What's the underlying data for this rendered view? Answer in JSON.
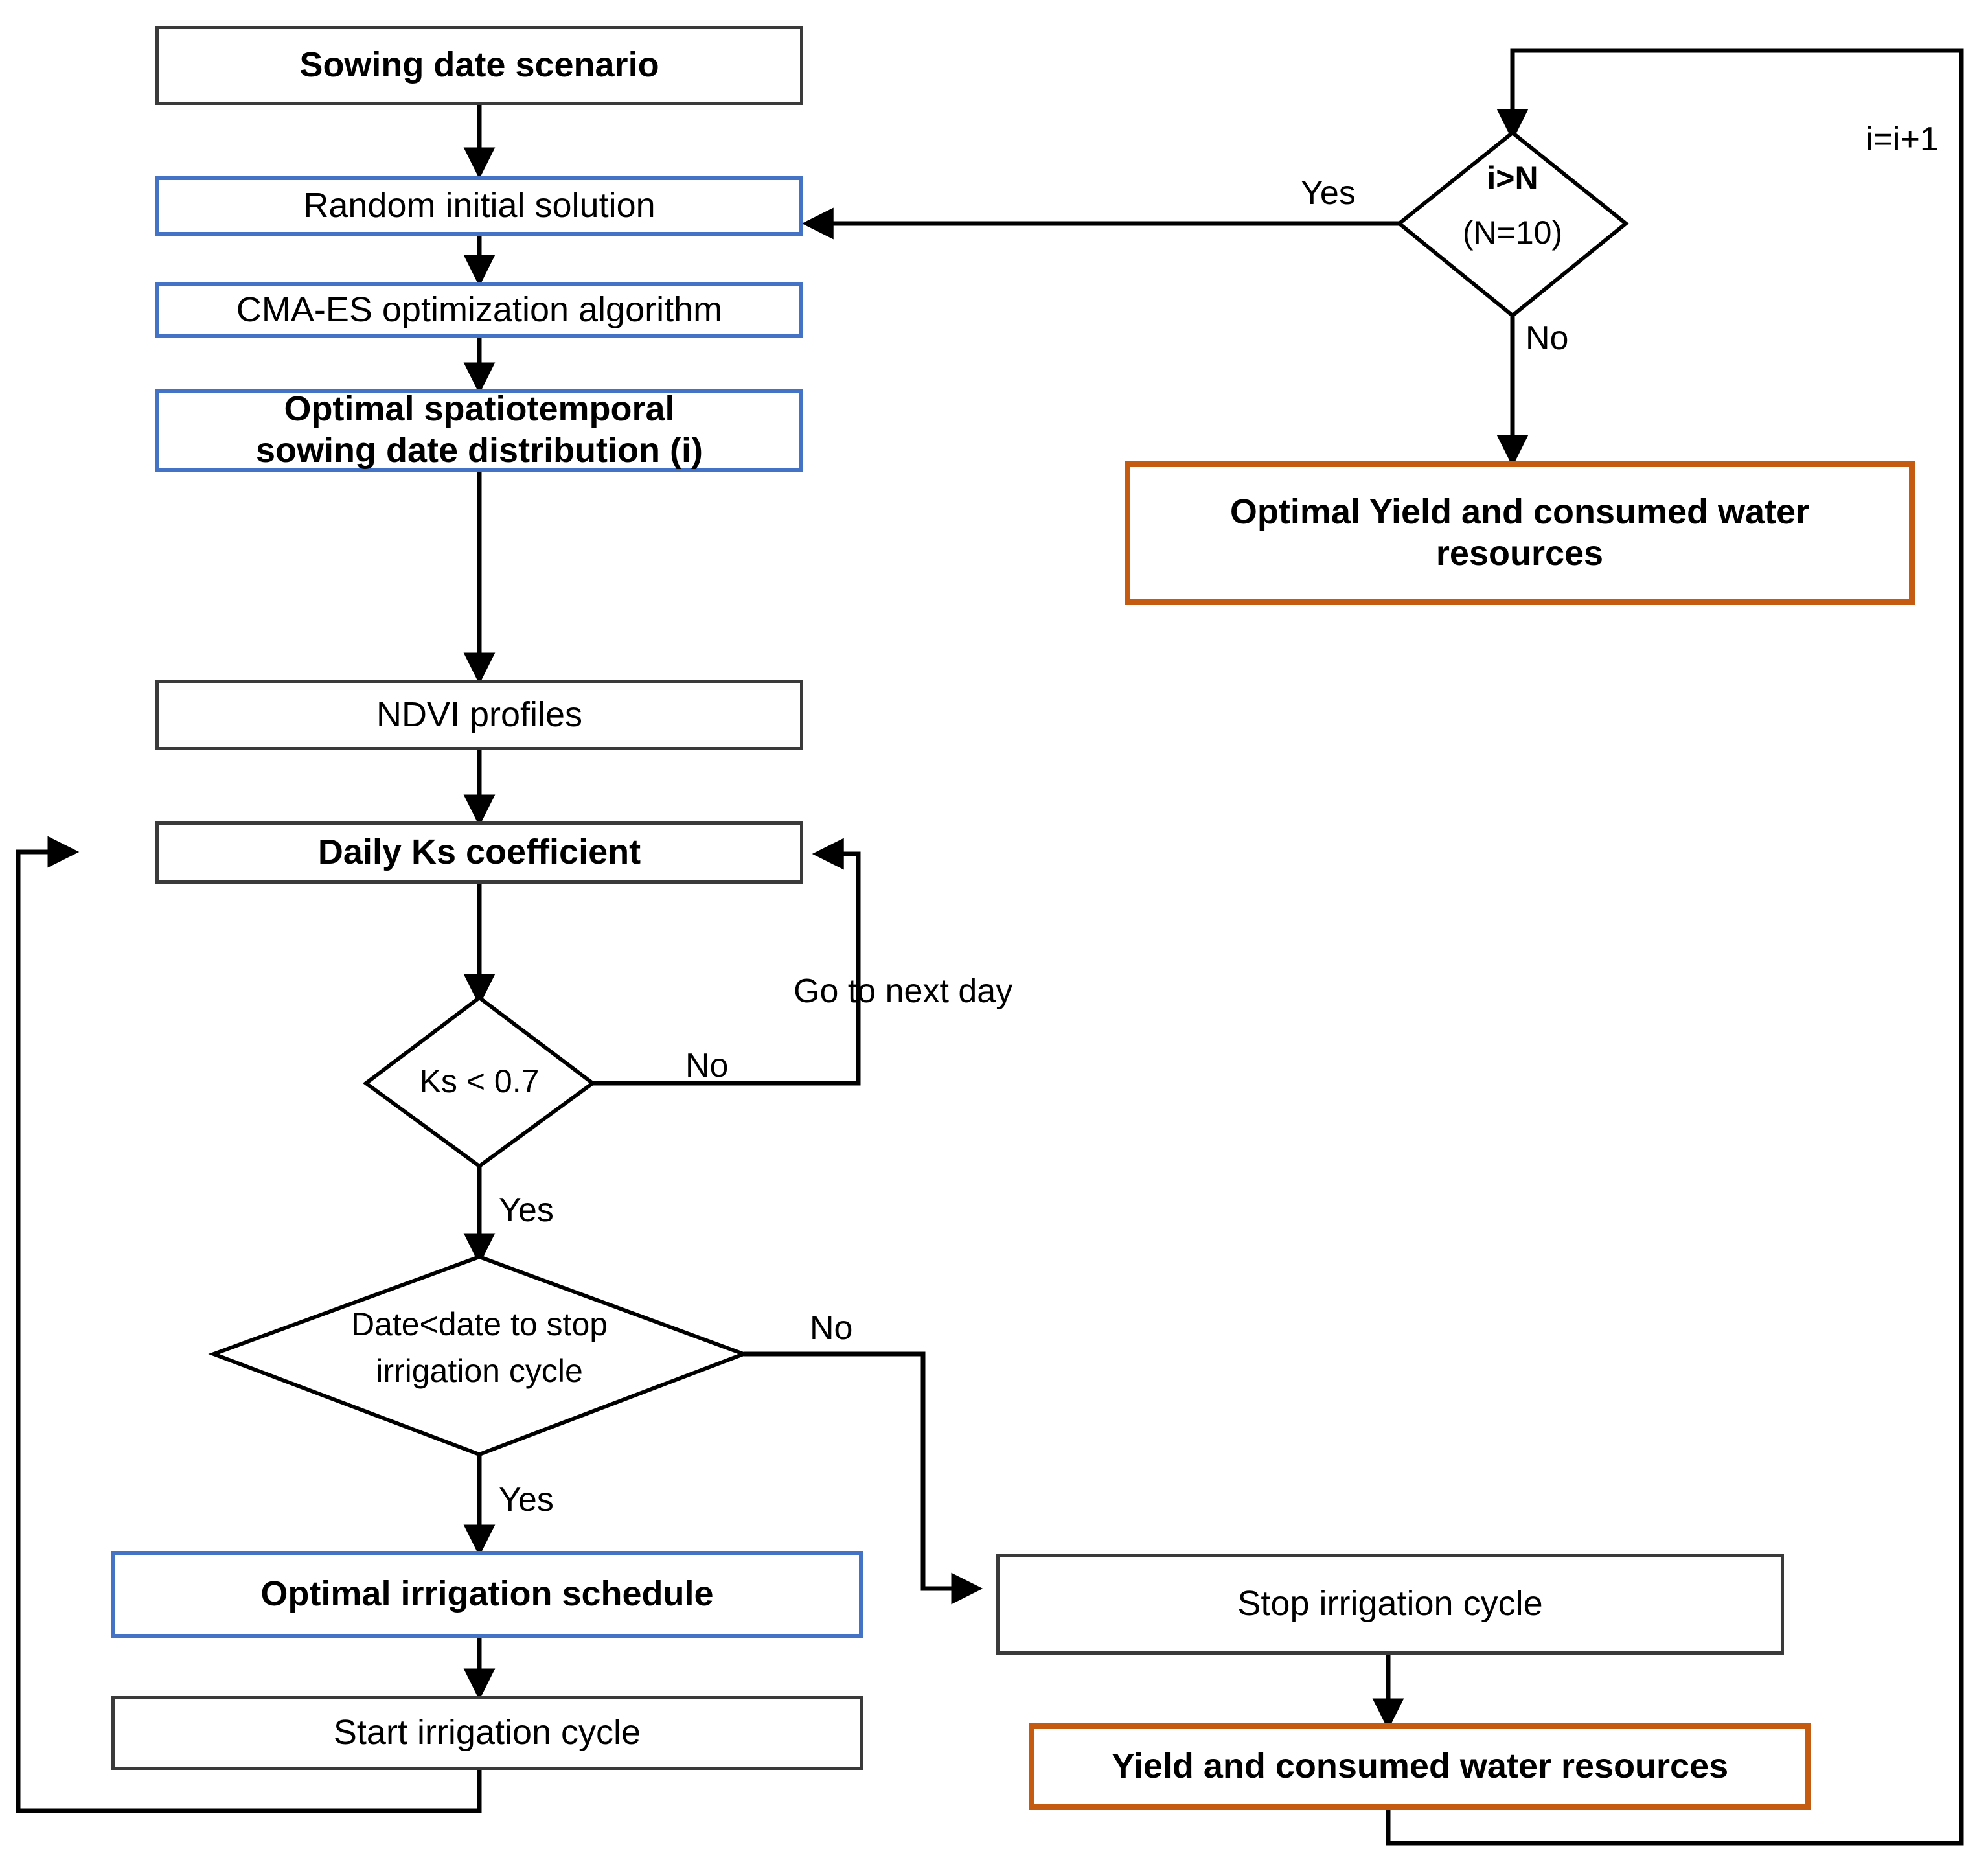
{
  "diagram": {
    "title": "Sowing date and irrigation optimization flowchart",
    "colors": {
      "blue_border": "#4472c4",
      "orange_border": "#c55a11",
      "black_border": "#3a3a3a",
      "line": "#000000",
      "background": "#ffffff"
    }
  },
  "nodes": {
    "sowing_date_scenario": "Sowing date scenario",
    "random_initial_solution": "Random initial solution",
    "cma_es": "CMA-ES optimization algorithm",
    "optimal_sowing_distribution_line1": "Optimal spatiotemporal",
    "optimal_sowing_distribution_line2": "sowing date distribution (i)",
    "ndvi_profiles": "NDVI profiles",
    "daily_ks": "Daily Ks coefficient",
    "optimal_irrigation_schedule": "Optimal irrigation schedule",
    "start_irrigation_cycle": "Start irrigation cycle",
    "stop_irrigation_cycle": "Stop irrigation cycle",
    "yield_consumed_water": "Yield and consumed water resources",
    "optimal_yield_line1": "Optimal Yield and consumed water",
    "optimal_yield_line2": "resources"
  },
  "decisions": {
    "iteration_check_line1": "i>N",
    "iteration_check_line2": "(N=10)",
    "ks_threshold": "Ks < 0.7",
    "date_check_line1": "Date<date to stop",
    "date_check_line2": "irrigation cycle"
  },
  "edge_labels": {
    "iteration_yes": "Yes",
    "iteration_no": "No",
    "increment": "i=i+1",
    "ks_no": "No",
    "ks_yes": "Yes",
    "go_next_day": "Go to next day",
    "date_no": "No",
    "date_yes": "Yes"
  }
}
